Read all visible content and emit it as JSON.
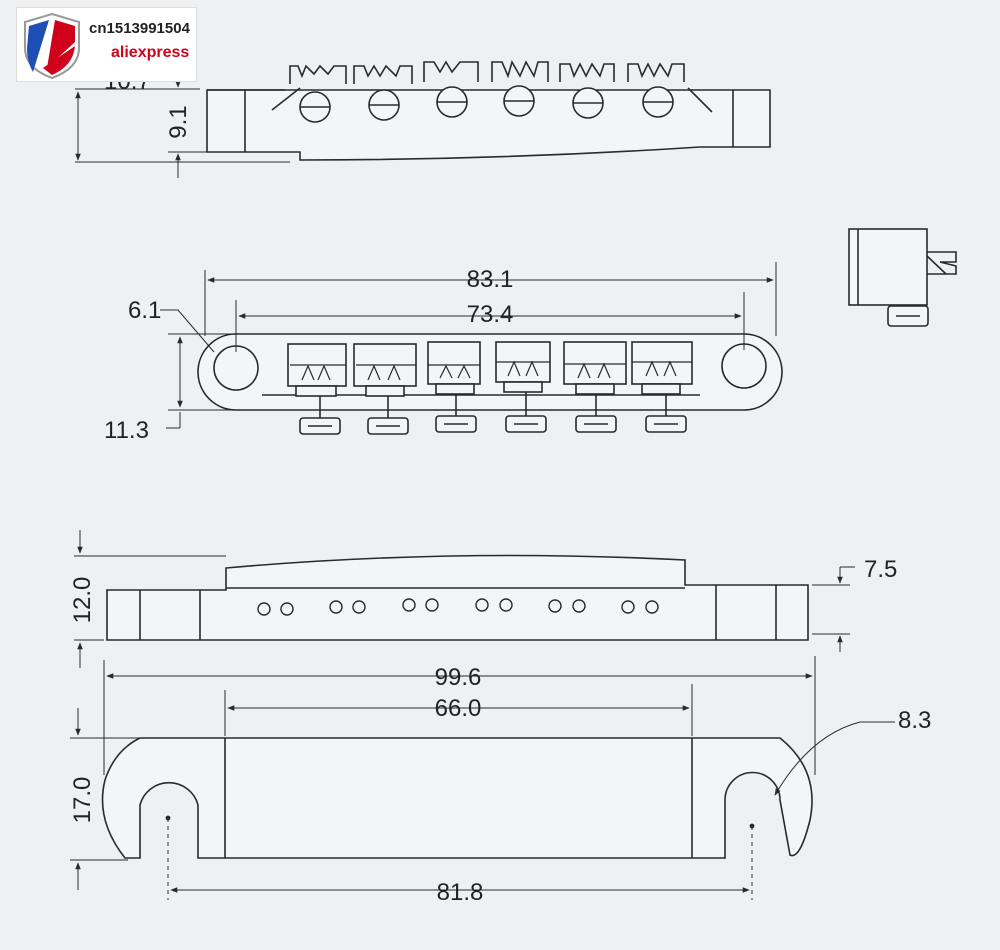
{
  "watermark": {
    "seller_id": "cn1513991504",
    "store": "aliexpress",
    "logo_icon": "shield-flag-icon",
    "colors": {
      "red": "#d0021b",
      "blue": "#1f4fb4"
    }
  },
  "dimensions": {
    "side_top_a": "10.7",
    "side_top_b": "9.1",
    "top_overall": "83.1",
    "top_inner": "73.4",
    "top_hole": "6.1",
    "top_depth": "11.3",
    "rear_height": "12.0",
    "rear_step": "7.5",
    "base_overall": "99.6",
    "base_inner": "66.0",
    "base_slot": "8.3",
    "base_height": "17.0",
    "base_stud": "81.8"
  },
  "colors": {
    "line": "#2a2a2a",
    "background": "#eef0f2"
  }
}
